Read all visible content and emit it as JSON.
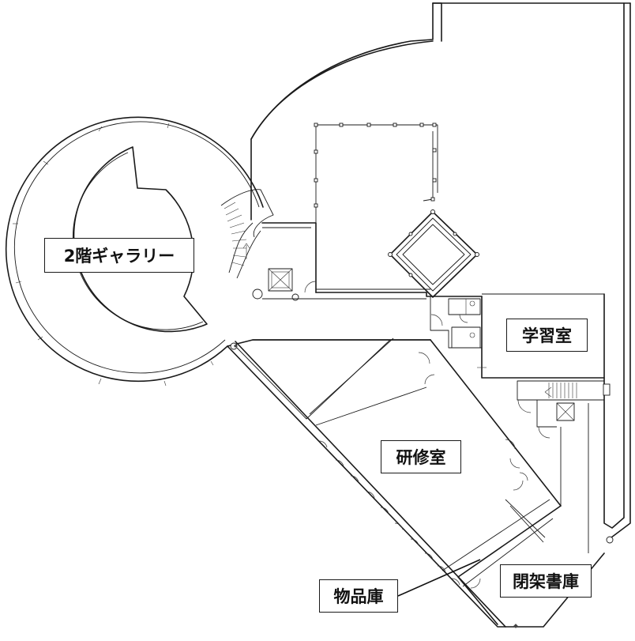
{
  "rooms": {
    "gallery": "2階ギャラリー",
    "study": "学習室",
    "training": "研修室",
    "closed_stacks": "閉架書庫",
    "storage": "物品庫"
  }
}
